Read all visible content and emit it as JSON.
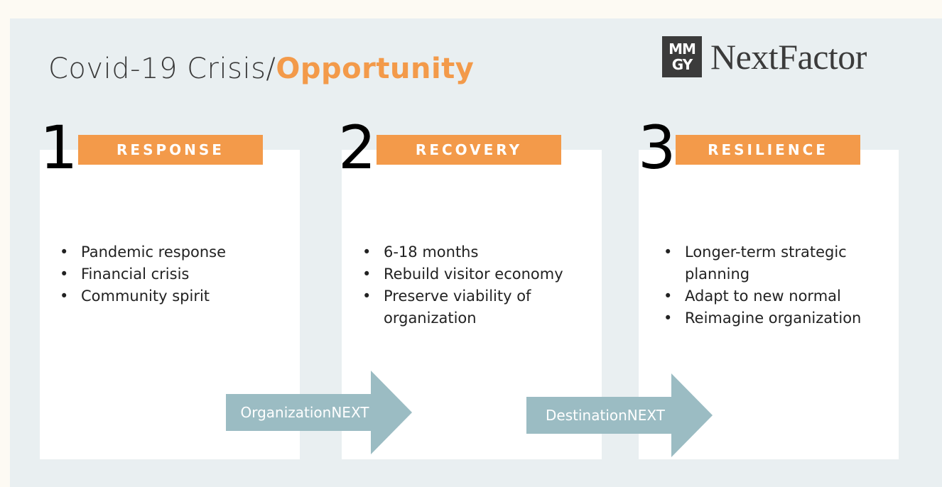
{
  "title": {
    "prefix": "Covid-19 Crisis/",
    "accent": "Opportunity"
  },
  "logo": {
    "mark_top": "MM",
    "mark_bottom": "GY",
    "text": "NextFactor"
  },
  "colors": {
    "accent": "#f39a4a",
    "arrow": "#9bbcc3",
    "background": "#e9eff1"
  },
  "steps": [
    {
      "number": "1",
      "label": "RESPONSE",
      "bullets": [
        "Pandemic response",
        "Financial crisis",
        "Community spirit"
      ]
    },
    {
      "number": "2",
      "label": "RECOVERY",
      "bullets": [
        "6-18 months",
        "Rebuild visitor economy",
        "Preserve viability of organization"
      ]
    },
    {
      "number": "3",
      "label": "RESILIENCE",
      "bullets": [
        "Longer-term strategic planning",
        "Adapt to new normal",
        "Reimagine organization"
      ]
    }
  ],
  "arrows": [
    {
      "label": "OrganizationNEXT"
    },
    {
      "label": "DestinationNEXT"
    }
  ]
}
